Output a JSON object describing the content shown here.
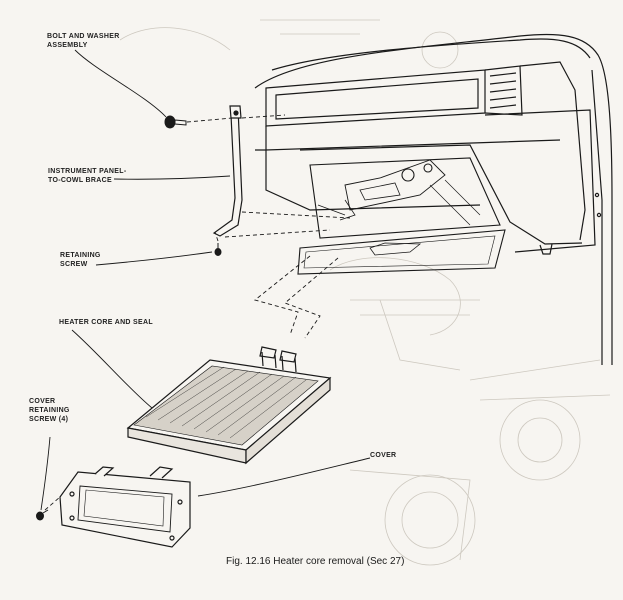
{
  "labels": {
    "bolt": [
      "BOLT AND WASHER",
      "ASSEMBLY"
    ],
    "brace": [
      "INSTRUMENT PANEL-",
      "TO-COWL BRACE"
    ],
    "screw": [
      "RETAINING",
      "SCREW"
    ],
    "core": [
      "HEATER CORE AND SEAL"
    ],
    "cover_screw": [
      "COVER",
      "RETAINING",
      "SCREW (4)"
    ],
    "cover": [
      "COVER"
    ]
  },
  "caption": "Fig. 12.16 Heater core removal (Sec 27)",
  "colors": {
    "line": "#1a1a1a",
    "paper": "#f7f5f1",
    "faint": "#c9c4bb"
  }
}
